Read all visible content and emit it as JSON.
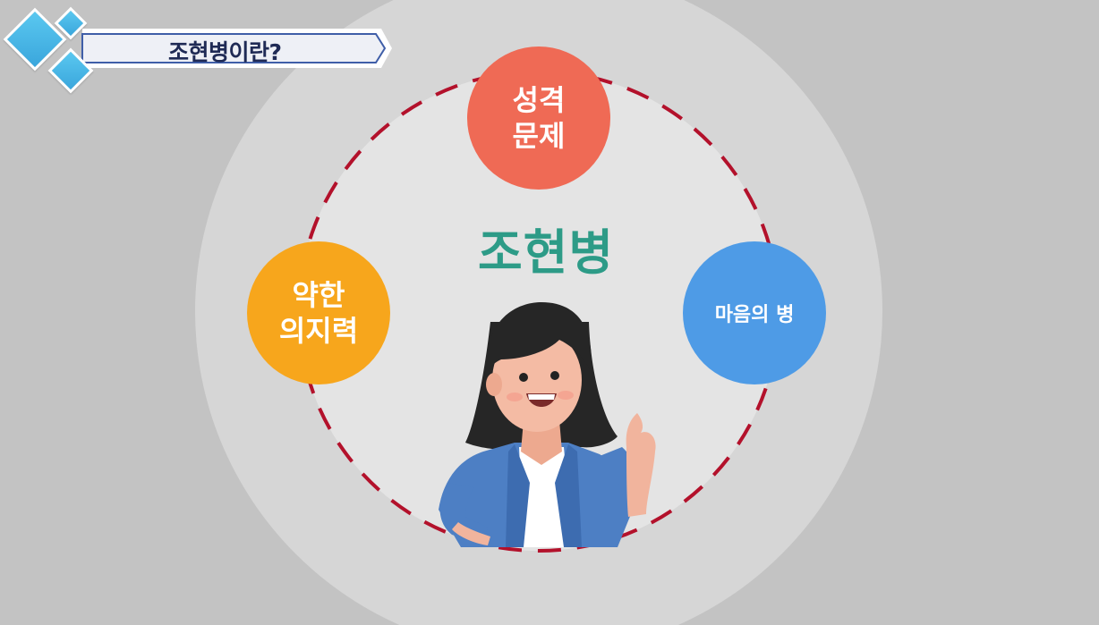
{
  "header": {
    "title": "조현병이란?"
  },
  "diagram": {
    "center_label": "조현병",
    "bubbles": {
      "top": {
        "line1": "성격",
        "line2": "문제"
      },
      "left": {
        "line1": "약한",
        "line2": "의지력"
      },
      "right": {
        "label": "마음의 병"
      }
    }
  },
  "colors": {
    "background": "#c3c3c3",
    "outer_circle": "#d6d6d6",
    "inner_circle": "#e4e4e4",
    "dashed_ring": "#b3112b",
    "bubble_red": "#ef6a55",
    "bubble_orange": "#f7a61c",
    "bubble_blue": "#4e9be6",
    "center_text": "#2d9b87",
    "title_text": "#1f2a55"
  }
}
